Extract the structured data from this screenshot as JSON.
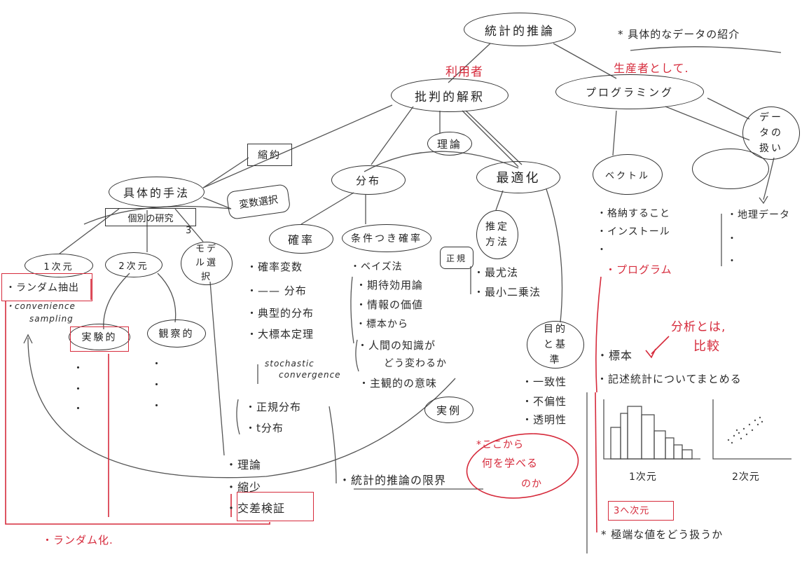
{
  "nodes": {
    "root": "統計的推論",
    "critical": "批判的解釈",
    "programming": "プログラミング",
    "data_handling": "データの扱い",
    "theory": "理論",
    "distribution": "分布",
    "optimization": "最適化",
    "concrete_methods": "具体的手法",
    "probability": "確率",
    "conditional": "条件つき確率",
    "estimation": "推定方法",
    "purpose": "目的と基準",
    "vector": "ベクトル",
    "empty": "",
    "one_d": "1次元",
    "two_d": "2次元",
    "model_select": "モデル選択",
    "experimental": "実験的",
    "observational": "観察的",
    "real_example": "実例",
    "normal": "正規"
  },
  "labels": {
    "user": "利用者",
    "as_producer": "生産者として.",
    "intro_data": "* 具体的なデータの紹介",
    "shrink_box": "縮約",
    "variable_select": "変数選択",
    "case_study": "個別の研究",
    "three": "3",
    "prob_items": [
      "・確率変数",
      "・—— 分布",
      "・典型的分布",
      "・大標本定理"
    ],
    "stochastic1": "stochastic",
    "stochastic2": "convergence",
    "cond_items": [
      "・ベイズ法",
      "・期待効用論",
      "・情報の価値",
      "・標本から",
      "・人間の知識が",
      "どう変わるか",
      "・主観的の意味"
    ],
    "est_items": [
      "・最尤法",
      "・最小二乗法"
    ],
    "purpose_items": [
      "・一致性",
      "・不偏性",
      "・透明性"
    ],
    "prog_items": [
      "・格納すること",
      "・インストール",
      "・"
    ],
    "geo_items": [
      "・地理データ",
      "・",
      "・"
    ],
    "program_red": "・プログラム",
    "analysis_note1": "分析とは,",
    "analysis_note2": "比較",
    "sample": "・標本",
    "descriptive": "・記述統計についてまとめる",
    "chart_1d": "1次元",
    "chart_2d": "2次元",
    "three_d": "3へ次元",
    "extreme": "* 極端な値をどう扱うか",
    "random_extract": "・ランダム抽出",
    "convenience1": "・convenience",
    "convenience2": "sampling",
    "dist_items": [
      "・正規分布",
      "・t分布"
    ],
    "bottom_items": [
      "・理論",
      "・縮少",
      "・交差検証"
    ],
    "limits": "・統計的推論の限界",
    "what_learn1": "*ここから",
    "what_learn2": "何を学べる",
    "what_learn3": "のか",
    "randomize": "・ランダム化.",
    "dots": "・"
  },
  "colors": {
    "ink": "#2a2a2a",
    "red": "#d62b3c"
  }
}
